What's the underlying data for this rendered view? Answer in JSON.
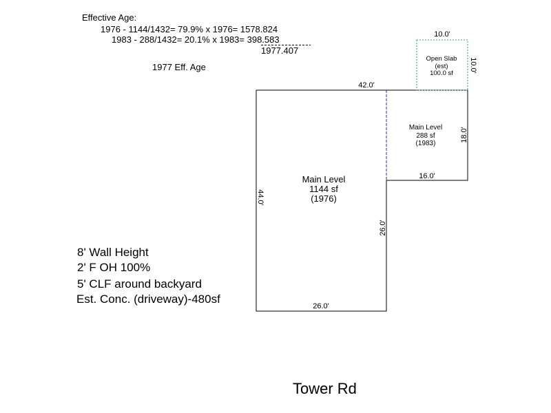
{
  "calc": {
    "title": "Effective Age:",
    "line1": "1976 - 1144/1432= 79.9% x 1976= 1578.824",
    "line2_prefix": "1983 - 288/1432= 20.1% x 1983= ",
    "line2_value": "398.583",
    "total": "1977.407",
    "eff_age": "1977 Eff. Age"
  },
  "dims": {
    "top_42": "42.0'",
    "slab_top": "10.0'",
    "slab_right": "10.0'",
    "right_18": "18.0'",
    "step_16": "16.0'",
    "inner_26": "26.0'",
    "left_44": "44.0'",
    "bottom_26": "26.0'"
  },
  "areas": {
    "main": {
      "name": "Main Level",
      "sf": "1144 sf",
      "year": "(1976)"
    },
    "addition": {
      "name": "Main Level",
      "sf": "288 sf",
      "year": "(1983)"
    },
    "slab": {
      "name": "Open Slab",
      "note": "(est)",
      "sf": "100.0 sf"
    }
  },
  "notes": [
    "8' Wall Height",
    "2' F OH 100%",
    "5' CLF around backyard",
    "Est. Conc. (driveway)-480sf"
  ],
  "street": "Tower Rd",
  "colors": {
    "line": "#000000",
    "dashed_divider": "#3a2a8a",
    "slab_dotted": "#2a9a9a"
  }
}
